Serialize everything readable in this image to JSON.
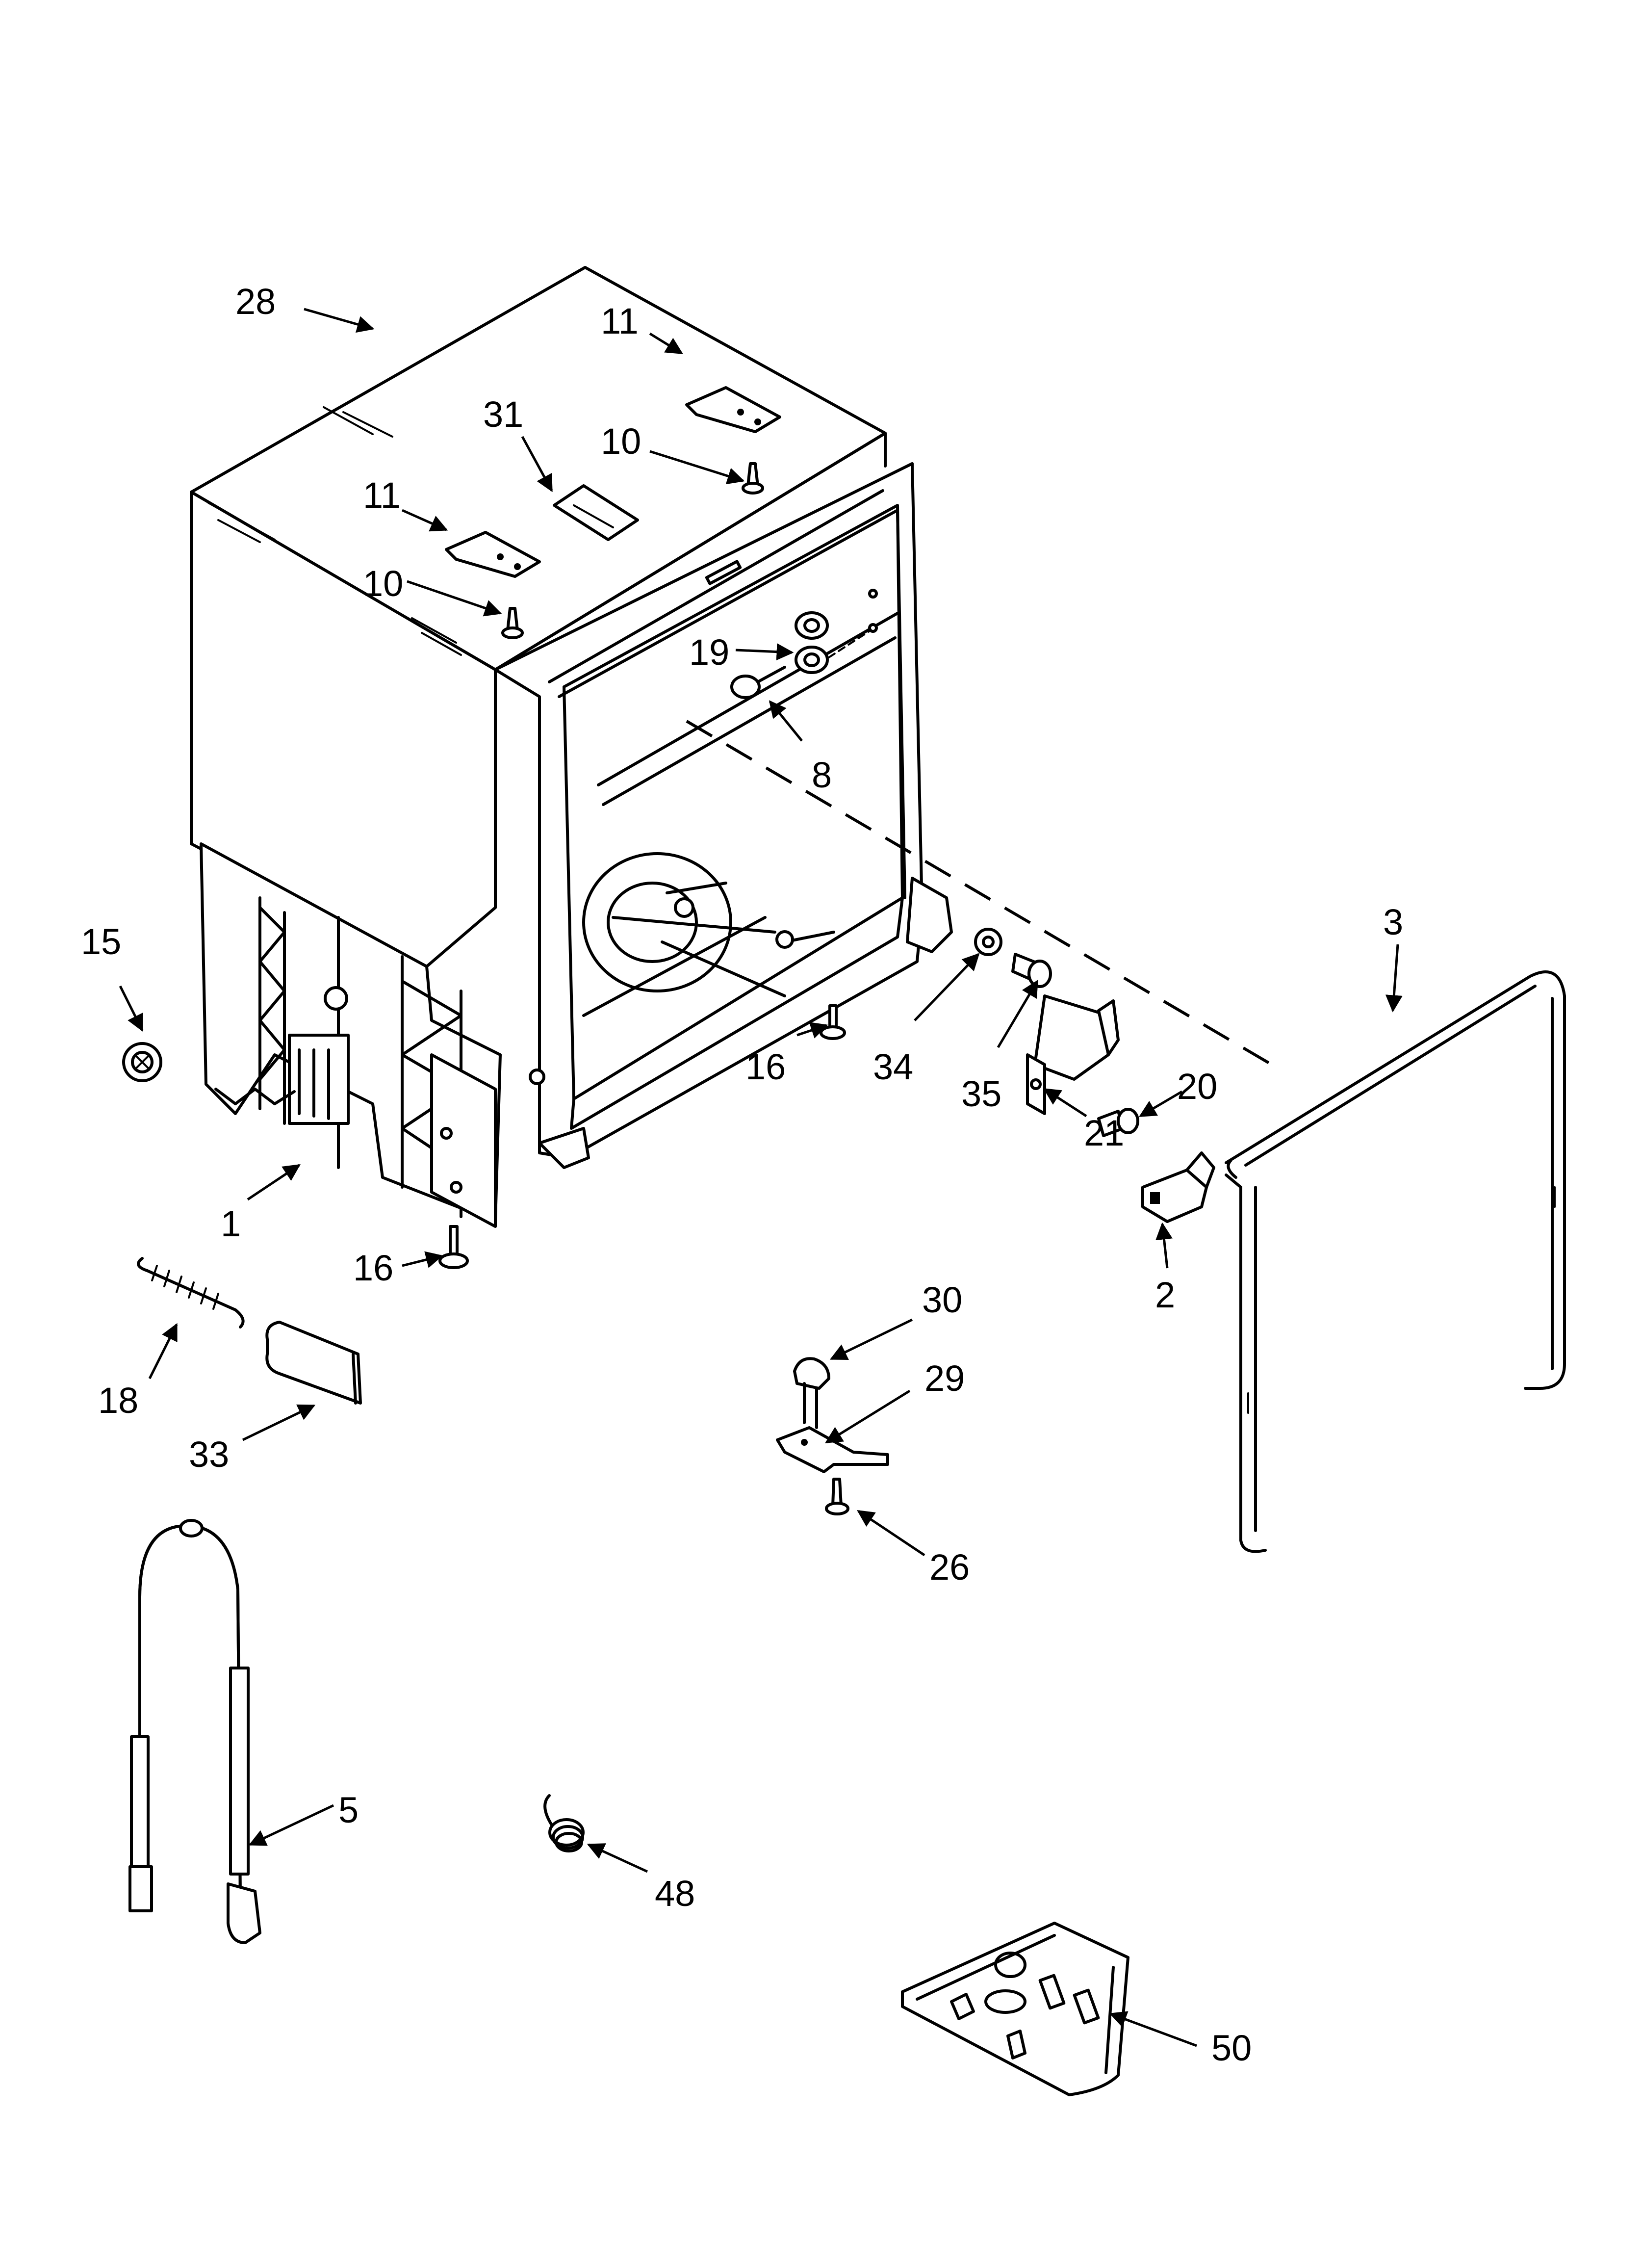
{
  "diagram": {
    "callouts": [
      {
        "id": "28",
        "label": "28"
      },
      {
        "id": "11a",
        "label": "11"
      },
      {
        "id": "11b",
        "label": "11"
      },
      {
        "id": "31",
        "label": "31"
      },
      {
        "id": "10a",
        "label": "10"
      },
      {
        "id": "10b",
        "label": "10"
      },
      {
        "id": "19",
        "label": "19"
      },
      {
        "id": "8",
        "label": "8"
      },
      {
        "id": "3",
        "label": "3"
      },
      {
        "id": "15",
        "label": "15"
      },
      {
        "id": "16a",
        "label": "16"
      },
      {
        "id": "34",
        "label": "34"
      },
      {
        "id": "35",
        "label": "35"
      },
      {
        "id": "20",
        "label": "20"
      },
      {
        "id": "21",
        "label": "21"
      },
      {
        "id": "1",
        "label": "1"
      },
      {
        "id": "16b",
        "label": "16"
      },
      {
        "id": "2",
        "label": "2"
      },
      {
        "id": "30",
        "label": "30"
      },
      {
        "id": "29",
        "label": "29"
      },
      {
        "id": "18",
        "label": "18"
      },
      {
        "id": "33",
        "label": "33"
      },
      {
        "id": "26",
        "label": "26"
      },
      {
        "id": "5",
        "label": "5"
      },
      {
        "id": "48",
        "label": "48"
      },
      {
        "id": "50",
        "label": "50"
      }
    ]
  }
}
